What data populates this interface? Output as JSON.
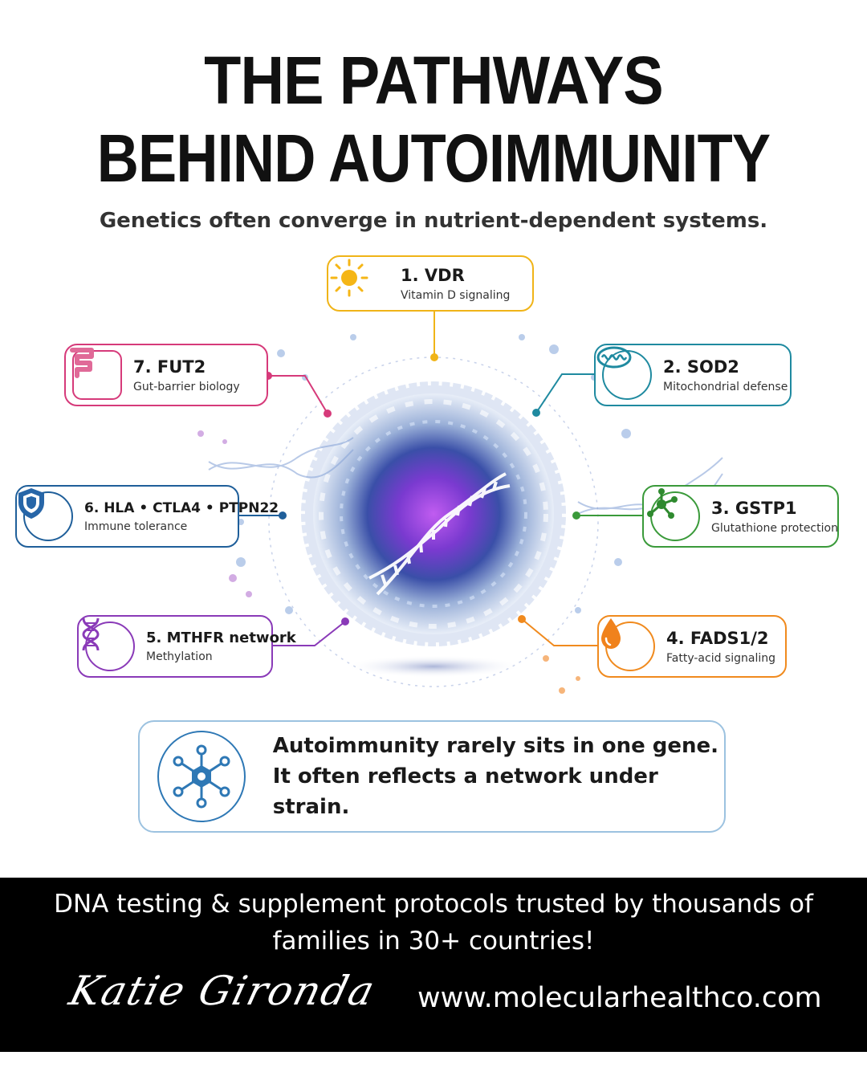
{
  "header": {
    "title_line1": "THE PATHWAYS",
    "title_line2": "BEHIND AUTOIMMUNITY",
    "subtitle": "Genetics often converge in nutrient-dependent systems."
  },
  "pathways": [
    {
      "title": "1. VDR",
      "subtitle": "Vitamin D signaling",
      "color": "#f0b418",
      "icon": "sun-icon"
    },
    {
      "title": "2. SOD2",
      "subtitle": "Mitochondrial defense",
      "color": "#1f8aa0",
      "icon": "mitochondria-icon"
    },
    {
      "title": "3. GSTP1",
      "subtitle": "Glutathione protection",
      "color": "#3a9a3a",
      "icon": "molecule-icon"
    },
    {
      "title": "4. FADS1/2",
      "subtitle": "Fatty-acid signaling",
      "color": "#f08a1e",
      "icon": "drop-icon"
    },
    {
      "title": "5. MTHFR network",
      "subtitle": "Methylation",
      "color": "#8a3ab8",
      "icon": "dna-icon"
    },
    {
      "title": "6. HLA • CTLA4 • PTPN22",
      "subtitle": "Immune tolerance",
      "color": "#1f5f9a",
      "icon": "shield-icon"
    },
    {
      "title": "7. FUT2",
      "subtitle": "Gut-barrier biology",
      "color": "#d63a7a",
      "icon": "intestine-icon"
    }
  ],
  "summary": {
    "line1": "Autoimmunity rarely sits in one gene.",
    "line2": "It often reflects a network under strain.",
    "icon": "network-icon"
  },
  "footer": {
    "tagline": "DNA testing & supplement protocols trusted by thousands of families in 30+ countries!",
    "signature": "Katie Gironda",
    "website": "www.molecularhealthco.com"
  }
}
